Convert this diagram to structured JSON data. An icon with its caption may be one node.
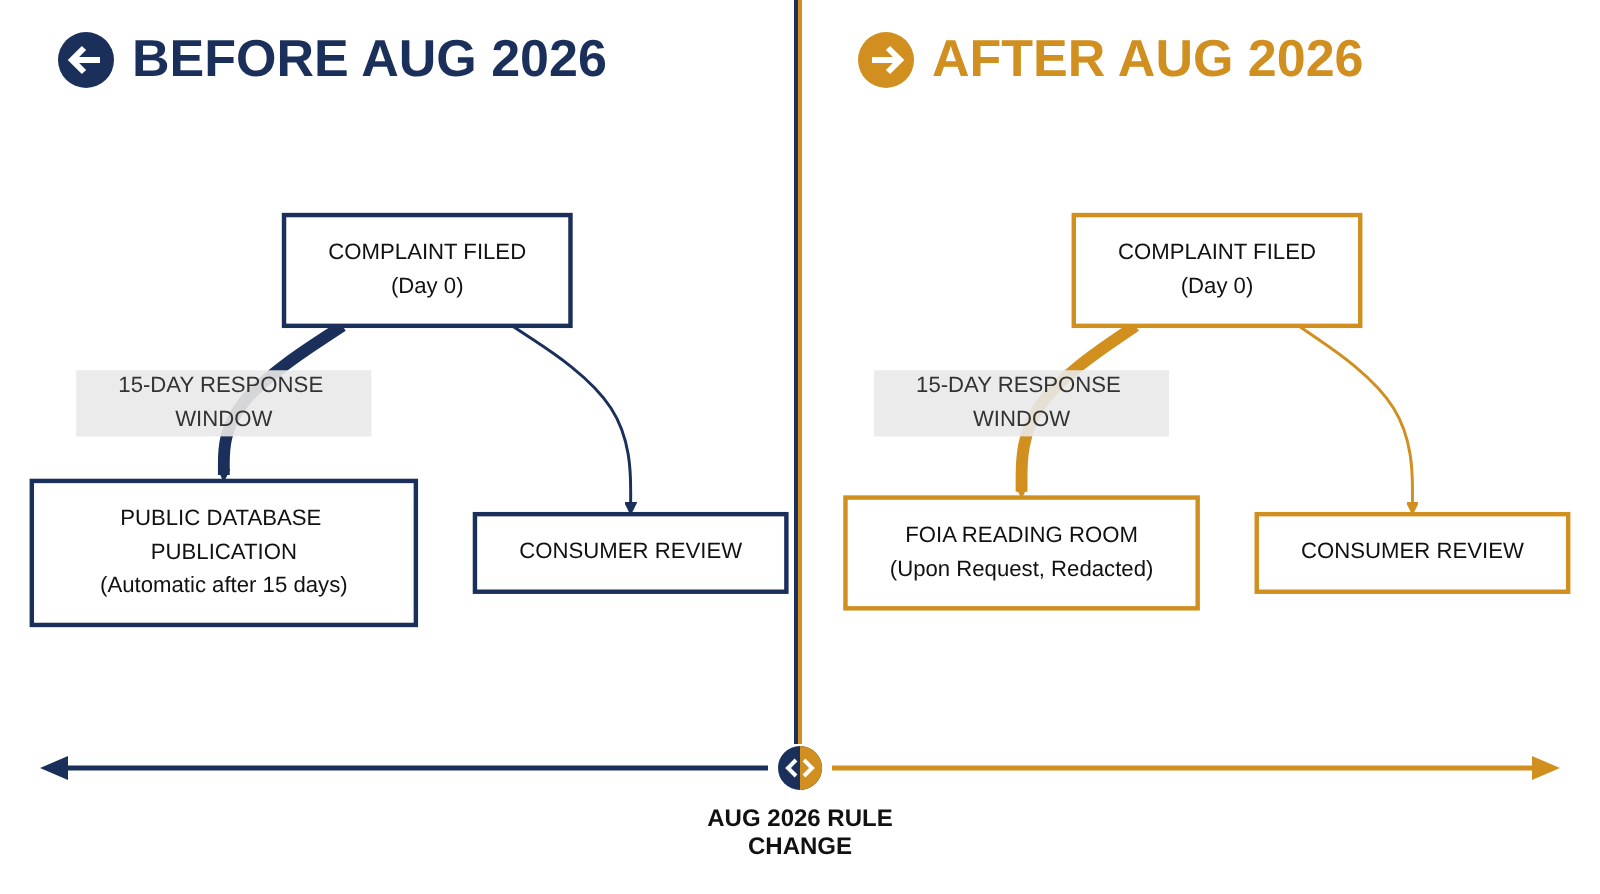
{
  "diagram": {
    "nodes": [
      {
        "text": [
          "COMPLAINT FILED",
          "(Day 0)"
        ]
      },
      {
        "text": [
          "PUBLIC DATABASE PUBLICATION",
          "(Automatic after 15 days)"
        ]
      },
      {
        "text": [
          "CONSUMER REVIEW"
        ]
      },
      {
        "text": [
          "COMPLAINT FILED",
          "(Day 0)"
        ]
      },
      {
        "text": [
          "FOIA READING ROOM",
          "(Upon Request, Redacted)"
        ]
      },
      {
        "text": [
          "CONSUMER REVIEW"
        ]
      }
    ],
    "edges": [
      {
        "from": 0,
        "to": 1,
        "arrow": "to",
        "label": "15-DAY RESPONSE WINDOW",
        "style": "thick",
        "color": "#1b2f5b"
      },
      {
        "from": 0,
        "to": 2,
        "arrow": "to",
        "color": "#1b2f5b"
      },
      {
        "from": 3,
        "to": 4,
        "arrow": "to",
        "label": "15-DAY RESPONSE WINDOW",
        "style": "thick",
        "color": "#d08f1f"
      },
      {
        "from": 3,
        "to": 5,
        "arrow": "to",
        "color": "#d08f1f"
      }
    ],
    "labels": [
      "BEFORE AUG 2026",
      "AFTER AUG 2026",
      "AUG 2026 RULE CHANGE"
    ]
  }
}
